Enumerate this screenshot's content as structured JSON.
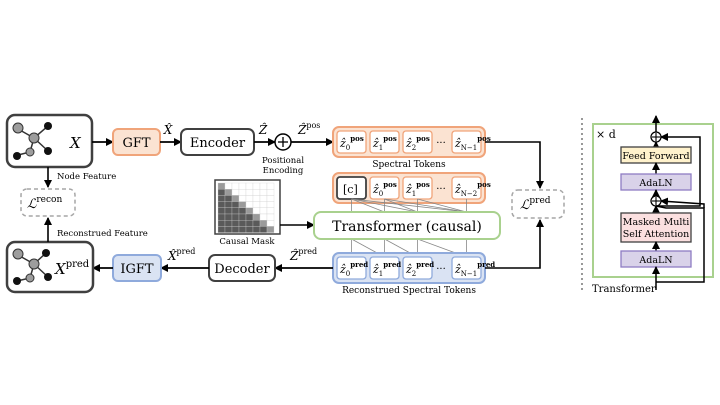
{
  "left": {
    "input_node": "X",
    "gft": "GFT",
    "x_hat": "X̂",
    "encoder": "Encoder",
    "z_hat": "Ẑ",
    "z_pos": "Ẑ",
    "z_pos_sup": "pos",
    "positional_encoding_line1": "Positional",
    "positional_encoding_line2": "Encoding",
    "node_feature": "Node Feature",
    "recon_loss": "ℒ",
    "recon_sup": "recon",
    "reconstructed_feature": "Reconstrued Feature",
    "output_node": "X",
    "output_sup": "pred",
    "igft": "IGFT",
    "x_pred": "X̂",
    "x_pred_sup": "pred",
    "decoder": "Decoder",
    "z_pred": "Ẑ",
    "z_pred_sup": "pred",
    "causal_mask": "Causal Mask",
    "transformer_causal": "Transformer (causal)",
    "pred_loss": "ℒ",
    "pred_sup": "pred",
    "spectral_tokens": "Spectral Tokens",
    "reconstructed_spectral_tokens": "Reconstrued Spectral Tokens",
    "ellipsis": "···"
  },
  "spectral_tokens": [
    {
      "base": "ẑ",
      "sub": "0",
      "sup": "pos"
    },
    {
      "base": "ẑ",
      "sub": "1",
      "sup": "pos"
    },
    {
      "base": "ẑ",
      "sub": "2",
      "sup": "pos"
    },
    {
      "base": "ẑ",
      "sub": "N−1",
      "sup": "pos"
    }
  ],
  "input_tokens": [
    {
      "base": "[c]",
      "sub": "",
      "sup": ""
    },
    {
      "base": "ẑ",
      "sub": "0",
      "sup": "pos"
    },
    {
      "base": "ẑ",
      "sub": "1",
      "sup": "pos"
    },
    {
      "base": "ẑ",
      "sub": "N−2",
      "sup": "pos"
    }
  ],
  "pred_tokens": [
    {
      "base": "ẑ",
      "sub": "0",
      "sup": "pred"
    },
    {
      "base": "ẑ",
      "sub": "1",
      "sup": "pred"
    },
    {
      "base": "ẑ",
      "sub": "2",
      "sup": "pred"
    },
    {
      "base": "ẑ",
      "sub": "N−1",
      "sup": "pred"
    }
  ],
  "right": {
    "repeat": "× d",
    "feed_forward": "Feed Forward",
    "adaln_top": "AdaLN",
    "masked_attention_line1": "Masked Multi",
    "masked_attention_line2": "Self Attention",
    "adaln_bottom": "AdaLN",
    "transformer": "Transformer"
  },
  "colors": {
    "orange_fill": "#fbe3d2",
    "orange_stroke": "#f0a47a",
    "blue_fill": "#dae3f3",
    "blue_stroke": "#8faadc",
    "green_stroke": "#a9d18e",
    "yellow_fill": "#fff2cc",
    "pink_fill": "#fbe0e0",
    "purple_fill": "#d9d2e9",
    "purple_stroke": "#8e7cc3",
    "dark": "#404040",
    "gray": "#a6a6a6"
  }
}
